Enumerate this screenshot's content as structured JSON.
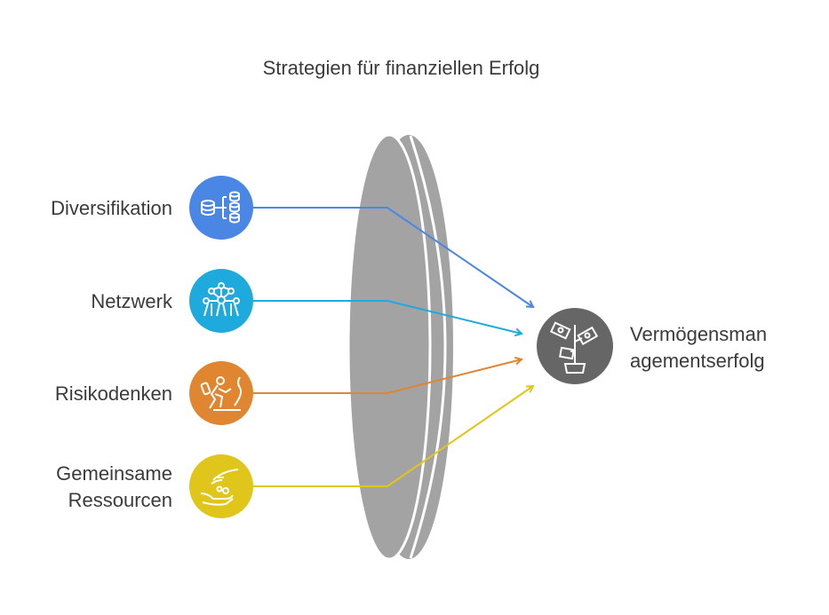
{
  "title": "Strategien für finanziellen Erfolg",
  "inputs": [
    {
      "label": "Diversifikation",
      "icon": "database-hierarchy-icon",
      "color": "#4a86e4"
    },
    {
      "label": "Netzwerk",
      "icon": "atomium-network-icon",
      "color": "#1eaadc"
    },
    {
      "label": "Risikodenken",
      "icon": "climber-icon",
      "color": "#e08530"
    },
    {
      "label": "Gemeinsame Ressourcen",
      "label_lines": [
        "Gemeinsame",
        "Ressourcen"
      ],
      "icon": "hands-coins-icon",
      "color": "#e0c61a"
    }
  ],
  "output": {
    "label_lines": [
      "Vermögensman",
      "agementserfolg"
    ],
    "icon": "money-plant-icon",
    "color": "#666666"
  }
}
